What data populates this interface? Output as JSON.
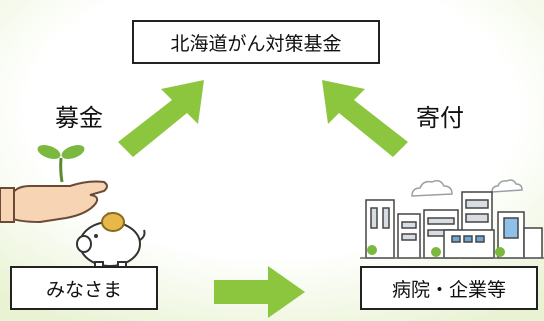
{
  "diagram": {
    "fund": "北海道がん対策基金",
    "public": "みなさま",
    "corporations": "病院・企業等",
    "donation_label": "募金",
    "gift_label": "寄付"
  },
  "colors": {
    "arrow": "#8cc63f",
    "background_glow": "#eef5dc",
    "box_border": "#222222"
  },
  "icons": [
    "sprout-icon",
    "hand-icon",
    "piggy-bank-icon",
    "coin-icon",
    "cloud-icon",
    "city-buildings-icon"
  ]
}
